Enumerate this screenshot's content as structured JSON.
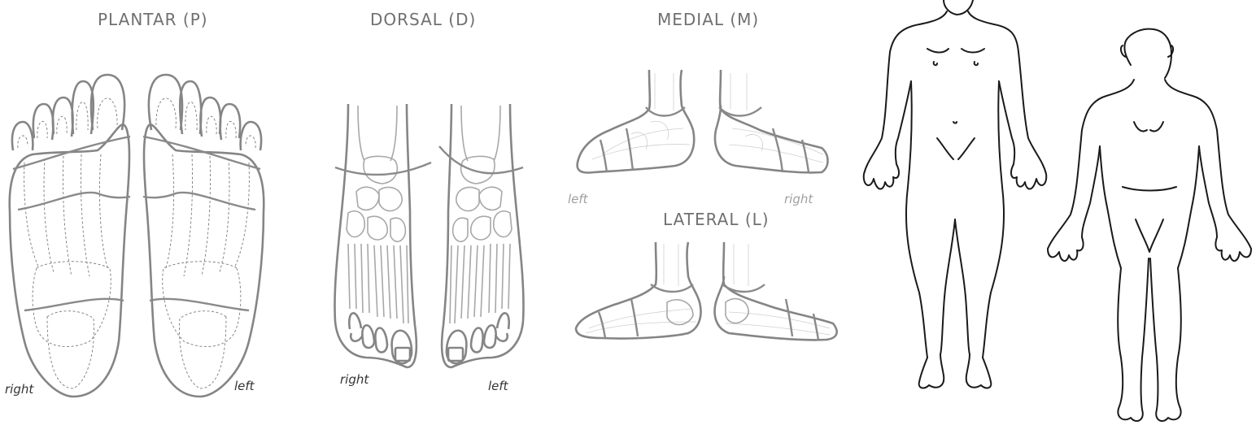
{
  "headings": {
    "plantar": "PLANTAR (P)",
    "dorsal": "DORSAL (D)",
    "medial": "MEDIAL (M)",
    "lateral": "LATERAL (L)"
  },
  "labels": {
    "plantar_right": "right",
    "plantar_left": "left",
    "dorsal_right": "right",
    "dorsal_left": "left",
    "medial_left": "left",
    "medial_right": "right"
  }
}
